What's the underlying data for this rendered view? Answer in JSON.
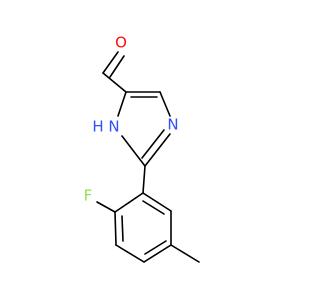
{
  "molecule": {
    "atoms": {
      "oxygen": {
        "label": "O",
        "color": "#ff0d0d"
      },
      "n1h": {
        "label": "H",
        "color": "#3050f8"
      },
      "n1": {
        "label": "N",
        "color": "#3050f8"
      },
      "n3": {
        "label": "N",
        "color": "#3050f8"
      },
      "fluorine": {
        "label": "F",
        "color": "#90e050"
      }
    },
    "bond_color": "#000000",
    "background": "#ffffff"
  }
}
